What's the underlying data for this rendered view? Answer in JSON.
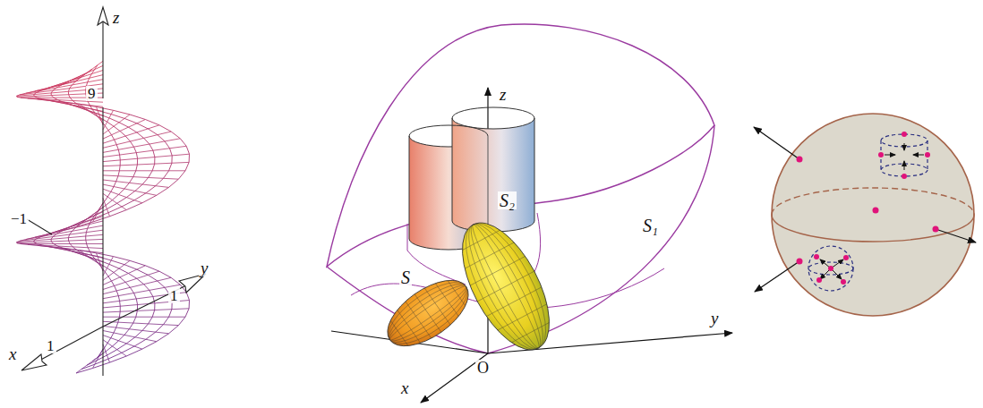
{
  "diagram": {
    "labels": [
      "z",
      "9",
      "−1",
      "y",
      "1",
      "x",
      "1",
      "z",
      "S₂",
      "S₁",
      "S",
      "O",
      "y",
      "x"
    ]
  }
}
